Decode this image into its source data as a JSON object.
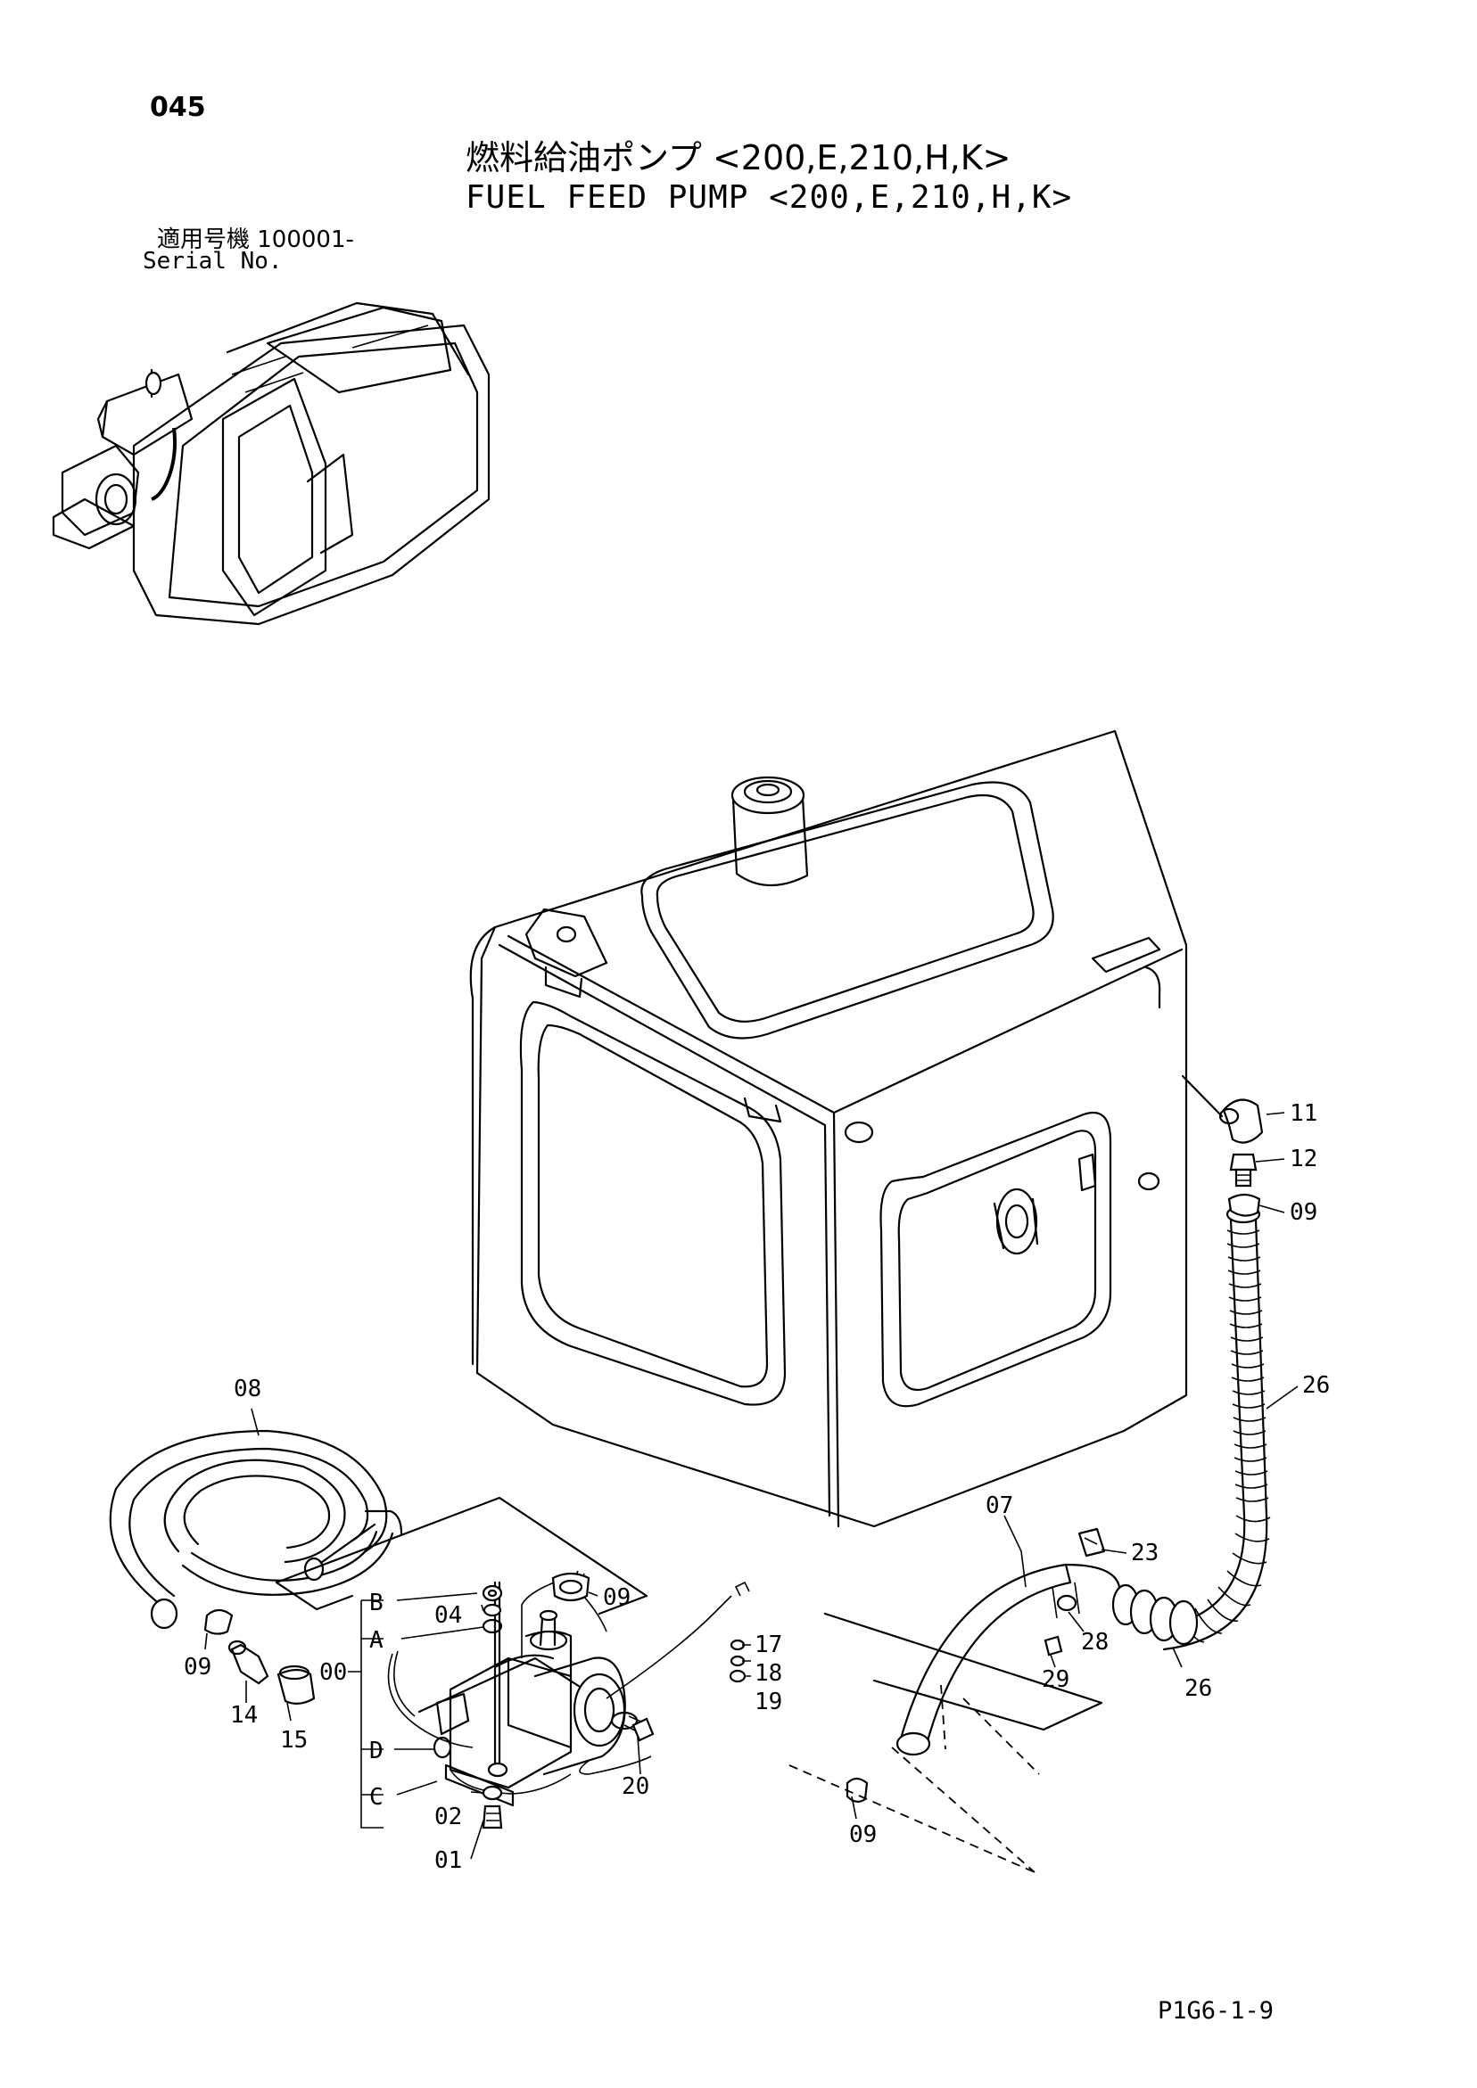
{
  "header": {
    "page_number": "045",
    "title_jp": "燃料給油ポンプ <200,E,210,H,K>",
    "title_en": "FUEL FEED PUMP <200,E,210,H,K>",
    "serial_label_jp": "適用号機  100001-",
    "serial_label_en": "Serial No."
  },
  "footer": {
    "drawing_code": "P1G6-1-9"
  },
  "callouts": {
    "p00": "00",
    "p01": "01",
    "p02": "02",
    "p04": "04",
    "p07": "07",
    "p08": "08",
    "p09_top": "09",
    "p09_mid": "09",
    "p09_left": "09",
    "p09_bottom": "09",
    "p11": "11",
    "p12": "12",
    "p14": "14",
    "p15": "15",
    "p17": "17",
    "p18": "18",
    "p19": "19",
    "p20": "20",
    "p23": "23",
    "p26_upper": "26",
    "p26_lower": "26",
    "p28": "28",
    "p29": "29",
    "cA": "A",
    "cB": "B",
    "cC": "C",
    "cD": "D"
  },
  "colors": {
    "ink": "#000000",
    "paper": "#ffffff"
  }
}
